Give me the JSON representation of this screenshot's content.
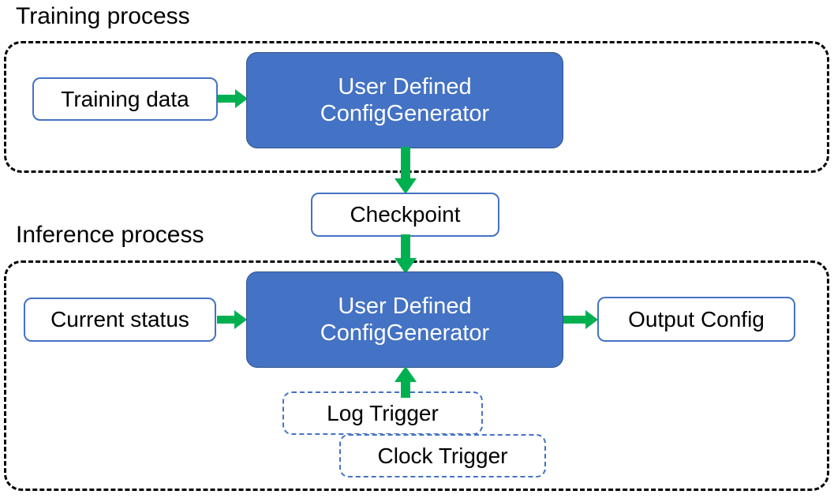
{
  "diagram": {
    "title_training": "Training process",
    "title_inference": "Inference process",
    "accent_blue": "#4472C4",
    "accent_blue_dark": "#2F528F",
    "arrow_green": "#00B050",
    "background": "#ffffff",
    "group_border": "#000000"
  },
  "training": {
    "label": "Training process",
    "input_box": "Training data",
    "process_box": "User Defined\nConfigGenerator",
    "process_line1": "User Defined",
    "process_line2": "ConfigGenerator"
  },
  "checkpoint": {
    "label": "Checkpoint"
  },
  "inference": {
    "label": "Inference process",
    "input_box": "Current status",
    "process_line1": "User Defined",
    "process_line2": "ConfigGenerator",
    "output_box": "Output Config",
    "triggers": [
      {
        "label": "Log Trigger"
      },
      {
        "label": "Clock Trigger"
      }
    ]
  },
  "arrows": [
    {
      "name": "training-data-to-generator",
      "direction": "right"
    },
    {
      "name": "generator-to-checkpoint",
      "direction": "down"
    },
    {
      "name": "checkpoint-to-inference-generator",
      "direction": "down"
    },
    {
      "name": "current-status-to-generator",
      "direction": "right"
    },
    {
      "name": "generator-to-output-config",
      "direction": "right"
    },
    {
      "name": "trigger-to-generator",
      "direction": "up"
    }
  ]
}
